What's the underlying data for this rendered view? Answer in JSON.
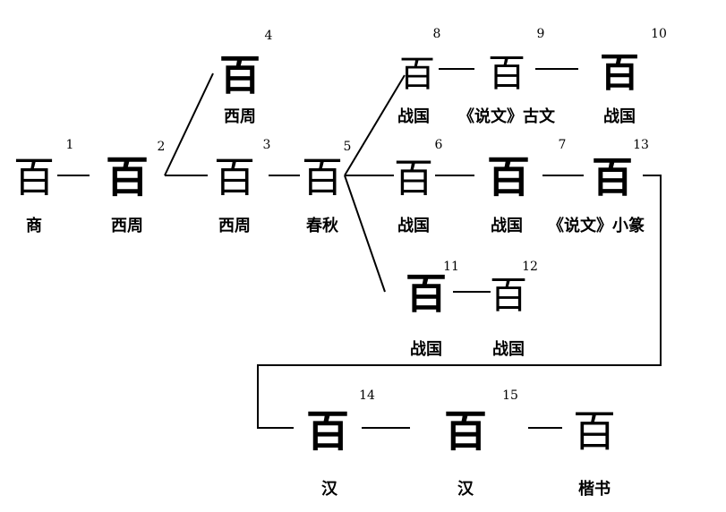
{
  "nodes": [
    {
      "id": 1,
      "number": "1",
      "glyph": "百",
      "label": "商"
    },
    {
      "id": 2,
      "number": "2",
      "glyph": "百",
      "label": "西周"
    },
    {
      "id": 3,
      "number": "3",
      "glyph": "百",
      "label": "西周"
    },
    {
      "id": 4,
      "number": "4",
      "glyph": "百",
      "label": "西周"
    },
    {
      "id": 5,
      "number": "5",
      "glyph": "百",
      "label": "春秋"
    },
    {
      "id": 6,
      "number": "6",
      "glyph": "百",
      "label": "战国"
    },
    {
      "id": 7,
      "number": "7",
      "glyph": "百",
      "label": "战国"
    },
    {
      "id": 8,
      "number": "8",
      "glyph": "百",
      "label": "战国"
    },
    {
      "id": 9,
      "number": "9",
      "glyph": "百",
      "label": "《说文》古文"
    },
    {
      "id": 10,
      "number": "10",
      "glyph": "百",
      "label": "战国"
    },
    {
      "id": 11,
      "number": "11",
      "glyph": "百",
      "label": "战国"
    },
    {
      "id": 12,
      "number": "12",
      "glyph": "百",
      "label": "战国"
    },
    {
      "id": 13,
      "number": "13",
      "glyph": "百",
      "label": "《说文》小篆"
    },
    {
      "id": 14,
      "number": "14",
      "glyph": "百",
      "label": "汉"
    },
    {
      "id": 15,
      "number": "15",
      "glyph": "百",
      "label": "汉"
    },
    {
      "id": 16,
      "number": "",
      "glyph": "百",
      "label": "楷书"
    }
  ]
}
